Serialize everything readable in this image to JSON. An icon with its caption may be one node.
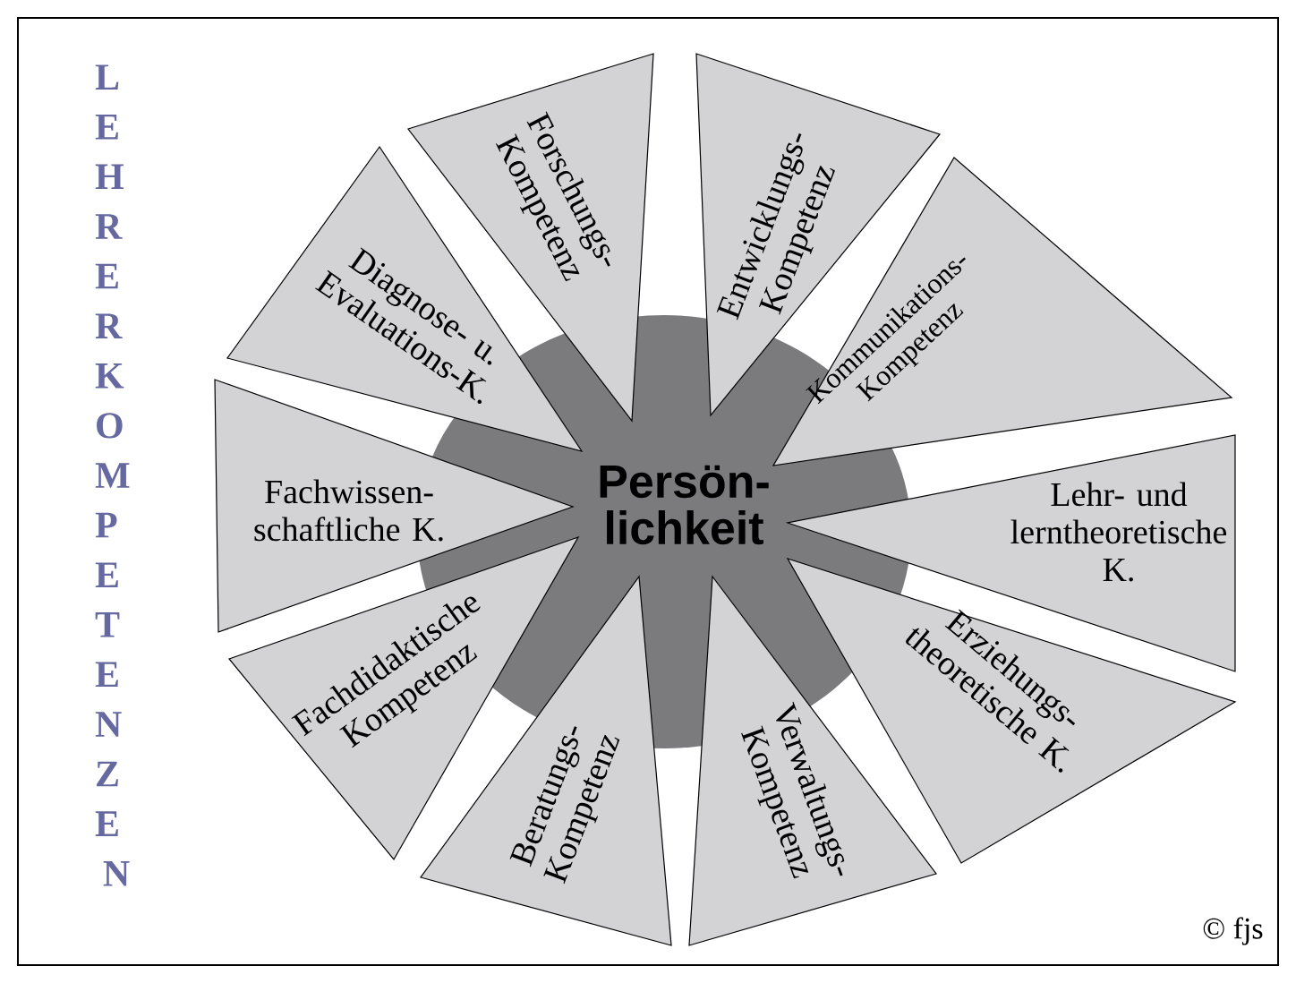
{
  "diagram": {
    "nodes": [
      {
        "text": [
          "Persön- lichkeit"
        ]
      },
      {
        "text": [
          "Forschungs- Kompetenz"
        ]
      },
      {
        "text": [
          "Entwicklungs- Kompetenz"
        ]
      },
      {
        "text": [
          "Kommunikations- Kompetenz"
        ]
      },
      {
        "text": [
          "Lehr- und lerntheoretische K."
        ]
      },
      {
        "text": [
          "Erziehungs- theoretische K."
        ]
      },
      {
        "text": [
          "Verwaltungs- Kompetenz"
        ]
      },
      {
        "text": [
          "Beratungs- Kompetenz"
        ]
      },
      {
        "text": [
          "Fachdidaktische Kompetenz"
        ]
      },
      {
        "text": [
          "Fachwissen- schaftliche K."
        ]
      },
      {
        "text": [
          "Diagnose- u. Evaluations-K."
        ]
      }
    ],
    "labels": [
      "LEHRERKOMPETENZEN",
      "© fjs"
    ]
  }
}
